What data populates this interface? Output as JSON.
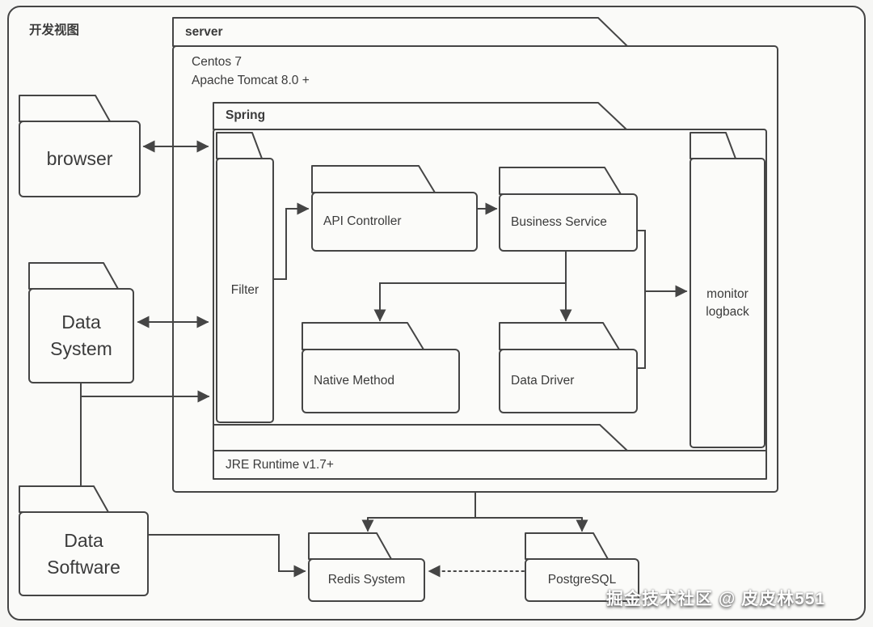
{
  "diagram_title": "开发视图",
  "watermark": "掘金技术社区 @ 皮皮林551",
  "server": {
    "label": "server",
    "os": "Centos 7",
    "container": "Apache Tomcat 8.0 +",
    "spring_label": "Spring",
    "jre_label": "JRE Runtime v1.7+"
  },
  "nodes": {
    "browser": {
      "label": "browser"
    },
    "data_system": {
      "label": "Data System"
    },
    "data_software": {
      "label": "Data Software"
    },
    "filter": {
      "label": "Filter"
    },
    "api_controller": {
      "label": "API Controller"
    },
    "business_service": {
      "label": "Business Service"
    },
    "native_method": {
      "label": "Native Method"
    },
    "data_driver": {
      "label": "Data Driver"
    },
    "monitor": {
      "label": "monitor logback"
    },
    "redis": {
      "label": "Redis System"
    },
    "postgresql": {
      "label": "PostgreSQL"
    }
  },
  "edges": [
    {
      "from": "browser",
      "to": "filter",
      "type": "bidirectional"
    },
    {
      "from": "data_system",
      "to": "filter",
      "type": "bidirectional"
    },
    {
      "from": "data_software",
      "to": "filter",
      "type": "arrow"
    },
    {
      "from": "data_software",
      "to": "redis",
      "type": "arrow"
    },
    {
      "from": "filter",
      "to": "api_controller",
      "type": "arrow"
    },
    {
      "from": "api_controller",
      "to": "business_service",
      "type": "arrow"
    },
    {
      "from": "business_service",
      "to": "native_method",
      "type": "arrow"
    },
    {
      "from": "business_service",
      "to": "data_driver",
      "type": "arrow"
    },
    {
      "from": "business_service",
      "to": "monitor",
      "type": "arrow"
    },
    {
      "from": "server",
      "to": "redis",
      "type": "arrow"
    },
    {
      "from": "server",
      "to": "postgresql",
      "type": "arrow"
    },
    {
      "from": "postgresql",
      "to": "redis",
      "type": "dotted-arrow"
    }
  ],
  "colors": {
    "stroke": "#454545",
    "text": "#3b3b3b",
    "background": "#f6f6f4"
  }
}
